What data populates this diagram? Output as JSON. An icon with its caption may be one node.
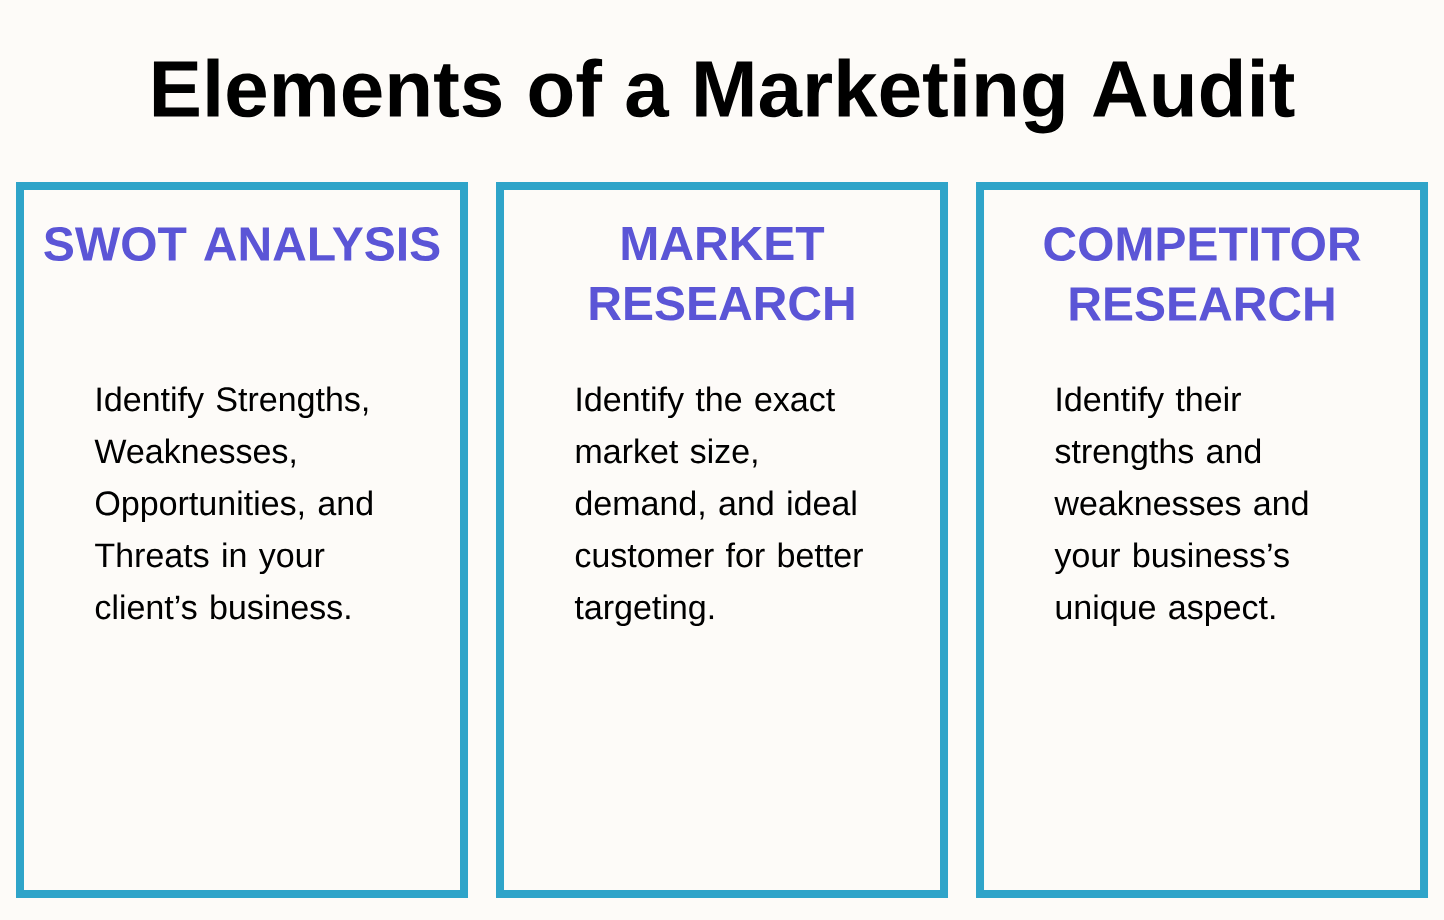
{
  "diagram": {
    "title": "Elements of a Marketing Audit",
    "nodes": [
      {
        "text": [
          "SWOT ANALYSIS",
          "Identify Strengths, Weaknesses, Opportunities, and Threats in your client’s business."
        ]
      },
      {
        "text": [
          "MARKET RESEARCH",
          "Identify the exact market size, demand, and ideal customer for better targeting."
        ]
      },
      {
        "text": [
          "COMPETITOR RESEARCH",
          "Identify their strengths and weaknesses and your business’s unique aspect."
        ]
      }
    ]
  }
}
